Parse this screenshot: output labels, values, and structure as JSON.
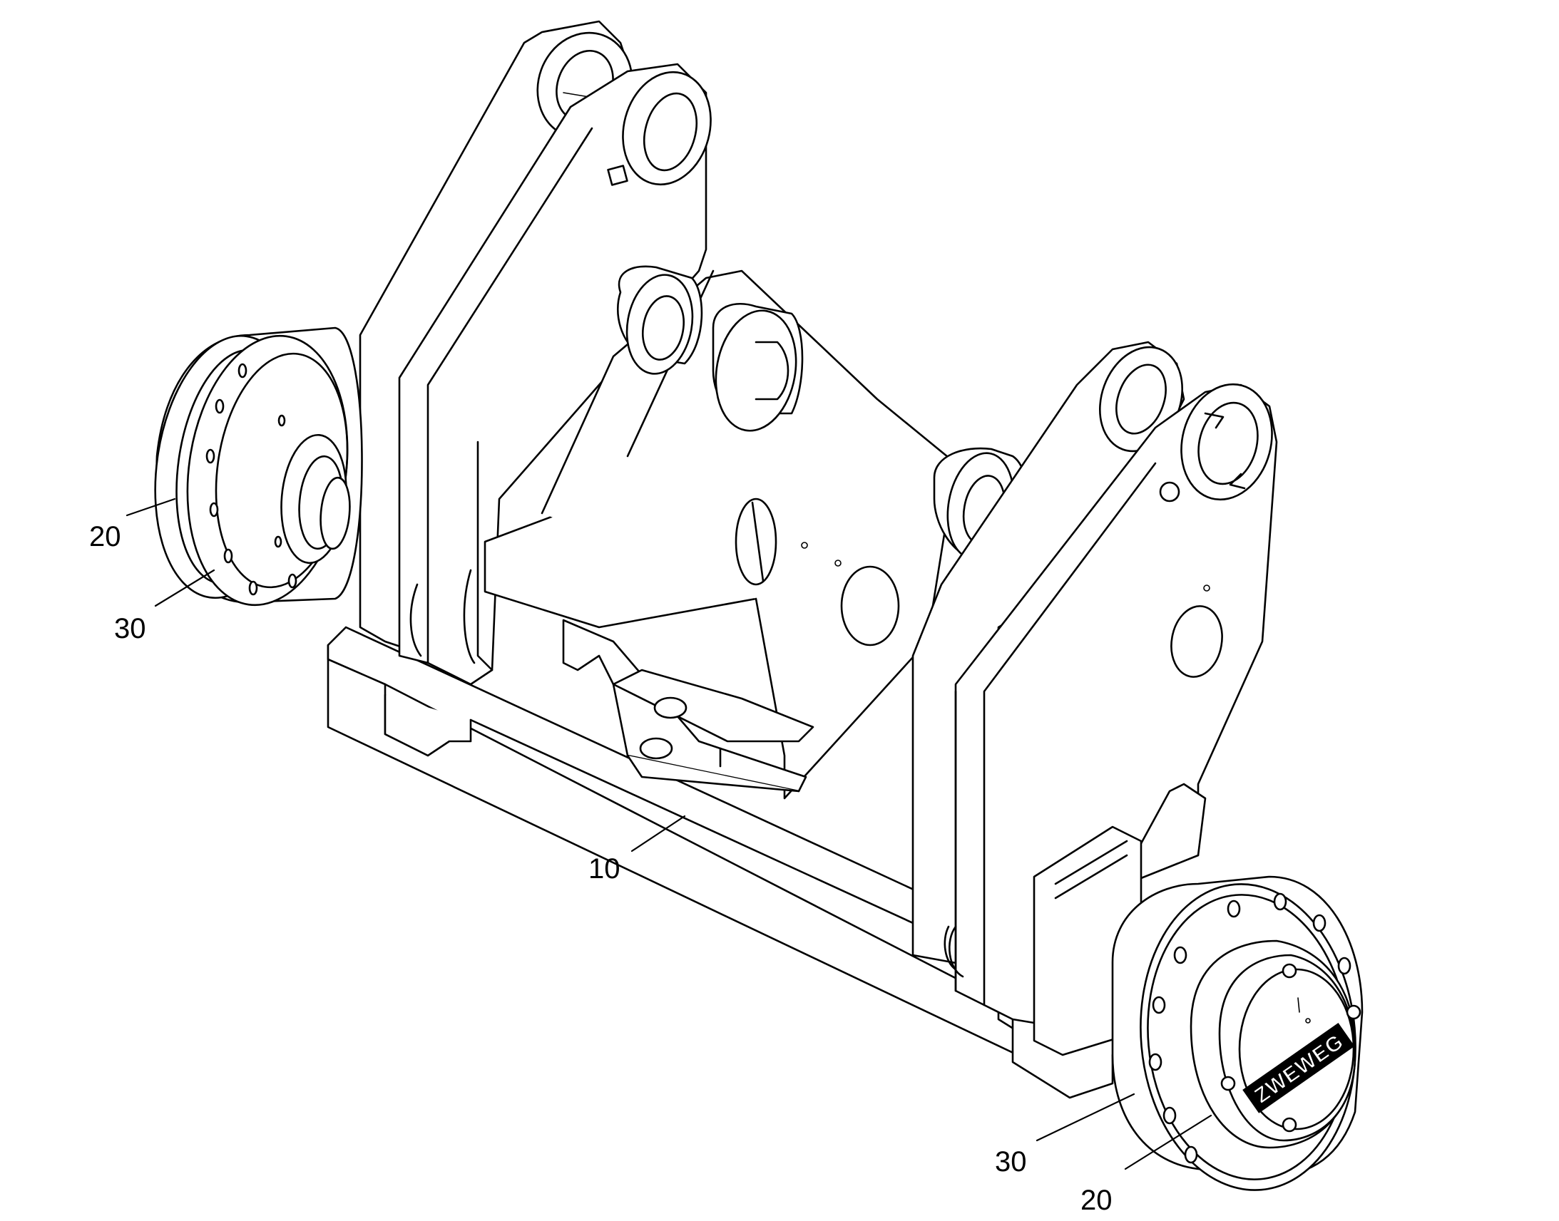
{
  "drawing": {
    "callouts": [
      {
        "id": "frame",
        "label": "10"
      },
      {
        "id": "hub-left",
        "label": "20"
      },
      {
        "id": "flange-left",
        "label": "30"
      },
      {
        "id": "flange-right",
        "label": "30"
      },
      {
        "id": "hub-right",
        "label": "20"
      }
    ],
    "logo_text": "ZWEWEG"
  }
}
